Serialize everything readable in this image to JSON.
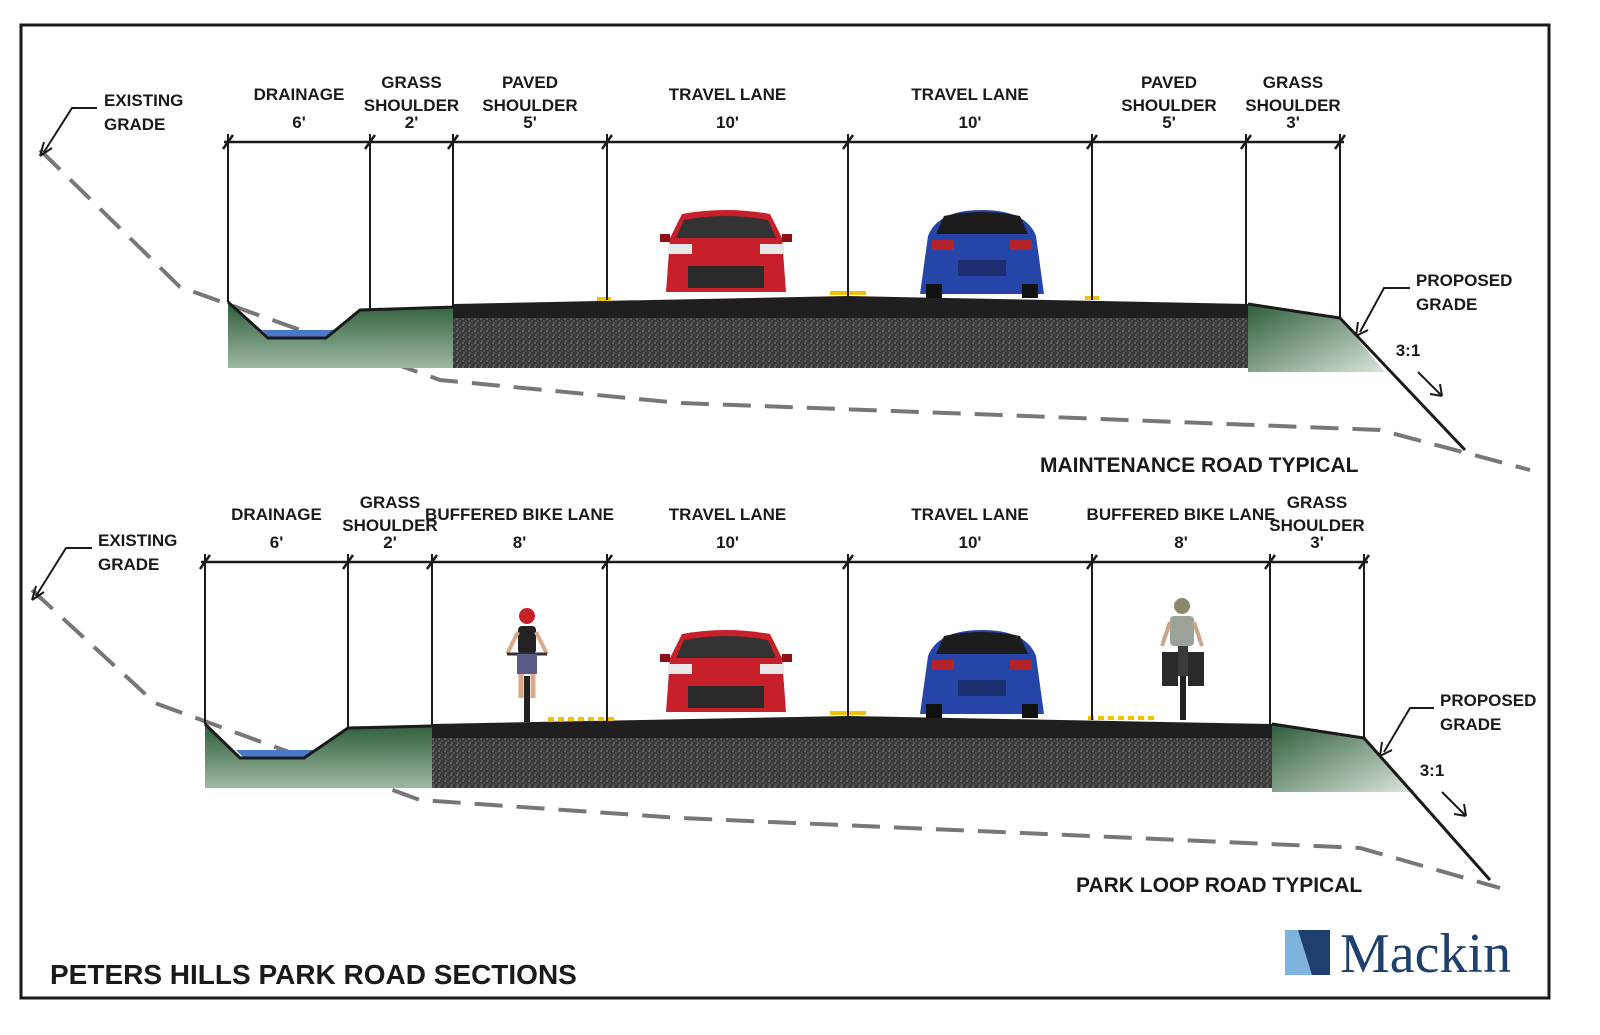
{
  "sheet_title": "PETERS HILLS PARK ROAD SECTIONS",
  "brand": {
    "name": "Mackin",
    "colors": {
      "dark": "#1f3f6e",
      "light": "#7fb3dd"
    }
  },
  "colors": {
    "grass": "#2e5d3a",
    "water": "#4a78c8",
    "asphalt": "#2b2b2b",
    "line": "#1a1a1a",
    "grade": "#777777",
    "stripe": "#f2c200"
  },
  "sections": [
    {
      "caption": "MAINTENANCE ROAD TYPICAL",
      "existing_grade": [
        "EXISTING",
        "GRADE"
      ],
      "proposed_grade": [
        "PROPOSED",
        "GRADE"
      ],
      "slope": "3:1",
      "segments": [
        {
          "name": [
            "DRAINAGE"
          ],
          "width": "6'"
        },
        {
          "name": [
            "GRASS",
            "SHOULDER"
          ],
          "width": "2'"
        },
        {
          "name": [
            "PAVED",
            "SHOULDER"
          ],
          "width": "5'"
        },
        {
          "name": [
            "TRAVEL LANE"
          ],
          "width": "10'"
        },
        {
          "name": [
            "TRAVEL LANE"
          ],
          "width": "10'"
        },
        {
          "name": [
            "PAVED",
            "SHOULDER"
          ],
          "width": "5'"
        },
        {
          "name": [
            "GRASS",
            "SHOULDER"
          ],
          "width": "3'"
        }
      ],
      "users": [
        "red-car",
        "blue-car"
      ]
    },
    {
      "caption": "PARK LOOP ROAD TYPICAL",
      "existing_grade": [
        "EXISTING",
        "GRADE"
      ],
      "proposed_grade": [
        "PROPOSED",
        "GRADE"
      ],
      "slope": "3:1",
      "segments": [
        {
          "name": [
            "DRAINAGE"
          ],
          "width": "6'"
        },
        {
          "name": [
            "GRASS",
            "SHOULDER"
          ],
          "width": "2'"
        },
        {
          "name": [
            "BUFFERED BIKE LANE"
          ],
          "width": "8'"
        },
        {
          "name": [
            "TRAVEL LANE"
          ],
          "width": "10'"
        },
        {
          "name": [
            "TRAVEL LANE"
          ],
          "width": "10'"
        },
        {
          "name": [
            "BUFFERED BIKE LANE"
          ],
          "width": "8'"
        },
        {
          "name": [
            "GRASS",
            "SHOULDER"
          ],
          "width": "3'"
        }
      ],
      "users": [
        "cyclist",
        "red-car",
        "blue-car",
        "touring-cyclist"
      ]
    }
  ]
}
